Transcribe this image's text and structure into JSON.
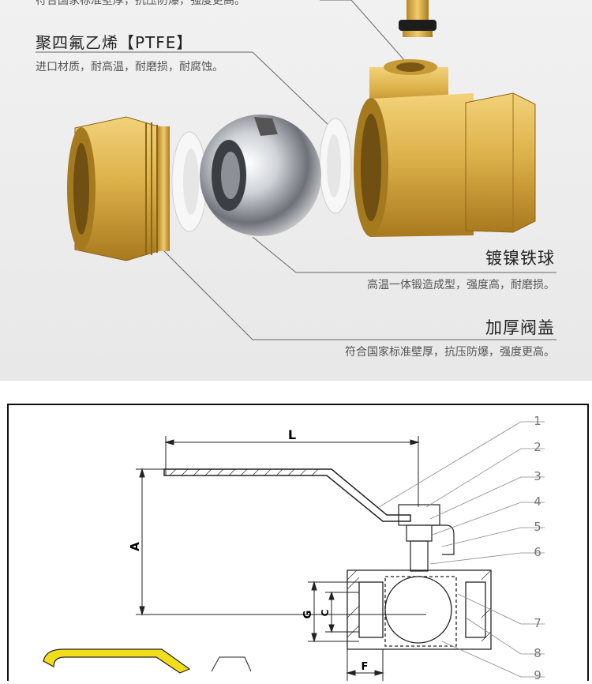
{
  "callouts": {
    "top_partial": "符合国家标准壁厚，抗压防爆，强度更高。",
    "ptfe_title": "聚四氟乙烯【PTFE】",
    "ptfe_desc": "进口材质，耐高温，耐磨损，耐腐蚀。",
    "ball_title": "镀镍铁球",
    "ball_desc": "高温一体锻造成型，强度高，耐磨损。",
    "cover_title": "加厚阀盖",
    "cover_desc": "符合国家标准壁厚，抗压防爆，强度更高。"
  },
  "drawing": {
    "dimensions": {
      "L": "L",
      "A": "A",
      "G": "G",
      "C": "C",
      "F": "F"
    },
    "part_numbers": [
      "1",
      "2",
      "3",
      "4",
      "5",
      "6",
      "7",
      "8",
      "9"
    ]
  },
  "colors": {
    "brass": "#d9b24a",
    "brass_dark": "#a57a1f",
    "ptfe": "#f4f4f4",
    "chrome": "#c9ccd0",
    "handle_yellow": "#f2dd1a"
  }
}
